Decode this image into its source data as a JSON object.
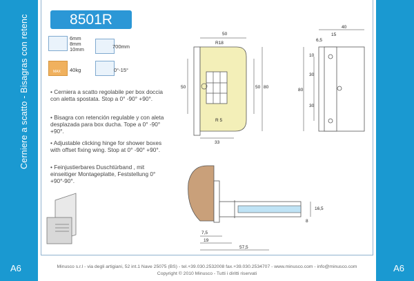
{
  "sidebar": {
    "title": "Cerniere a scatto - Bisagras con retenc",
    "page": "A6"
  },
  "product": {
    "code": "8501R"
  },
  "specs": {
    "glass": [
      "6mm",
      "8mm",
      "10mm"
    ],
    "height": "700mm",
    "weight": "40kg",
    "weight_badge": "MAX",
    "angle": "0°-15°"
  },
  "descriptions": [
    "• Cerniera a scatto regolabile per box doccia con aletta spostata. Stop a 0° -90° +90°.",
    "• Bisagra con retención regulable y con aleta desplazada para box ducha. Tope a 0° -90° +90°.",
    "• Adjustable clicking hinge for shower boxes with offset fixing wing. Stop at 0° -90° +90°.",
    "• Feinjustierbares Duschtürband , mit einseitiger Montageplatte, Feststellung 0°+90°-90°."
  ],
  "dims": {
    "front": {
      "w50": "50",
      "r18": "R18",
      "r5": "R 5",
      "h50": "50",
      "h50r": "50",
      "h80": "80",
      "w33": "33"
    },
    "side": {
      "d40": "40",
      "d15": "15",
      "d65": "6,5",
      "h10": "10",
      "h30a": "30",
      "h30b": "30",
      "h80": "80"
    },
    "section": {
      "d75": "7,5",
      "d19": "19",
      "d575": "57,5",
      "d165": "16,5",
      "d8": "8"
    }
  },
  "footer": {
    "line1": "Minusco s.r.l - via degli artigiani, 52 int.1 Nave 25075 (BS) - tel.+39.030.2532008 fax.+39.030.2534707 - www.minusco.com - info@minusco.com",
    "line2": "Copyright © 2010 Minusco - Tutti i diritti riservati"
  },
  "colors": {
    "accent": "#1a99d1",
    "plate": "#f3efb8",
    "wall": "#c9a07a"
  }
}
